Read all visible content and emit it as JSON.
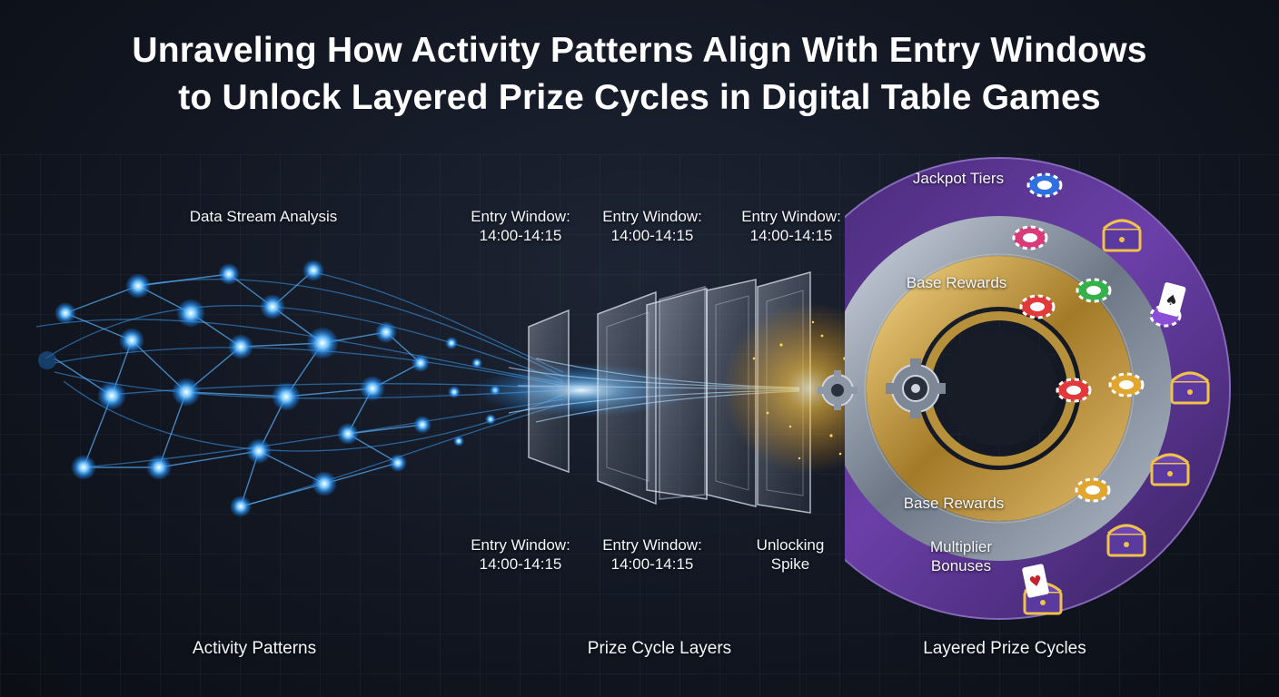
{
  "title": {
    "line1": "Unraveling How Activity Patterns Align With Entry Windows",
    "line2": "to Unlock Layered Prize Cycles in Digital Table Games"
  },
  "labels": {
    "data_stream": "Data Stream Analysis",
    "entry_window_top_1": {
      "label": "Entry Window:",
      "time": "14:00-14:15"
    },
    "entry_window_top_2": {
      "label": "Entry Window:",
      "time": "14:00-14:15"
    },
    "entry_window_top_3": {
      "label": "Entry Window:",
      "time": "14:00-14:15"
    },
    "entry_window_bottom_1": {
      "label": "Entry Window:",
      "time": "14:00-14:15"
    },
    "entry_window_bottom_2": {
      "label": "Entry Window:",
      "time": "14:00-14:15"
    },
    "unlocking_spike": {
      "line1": "Unlocking",
      "line2": "Spike"
    },
    "jackpot_tiers": "Jackpot Tiers",
    "base_rewards_top": "Base Rewards",
    "base_rewards_bottom": "Base Rewards",
    "multiplier_bonuses": {
      "line1": "Multiplier",
      "line2": "Bonuses"
    }
  },
  "sections": {
    "activity_patterns": "Activity Patterns",
    "prize_cycle_layers": "Prize Cycle Layers",
    "layered_prize_cycles": "Layered Prize Cycles"
  },
  "colors": {
    "node_blue": "#3fa9ff",
    "spark_gold": "#ffc640",
    "ring_gold": "#b8923a",
    "ring_silver": "#8f9bab",
    "ring_purple": "#6b3fa8"
  },
  "icons": [
    "gear-icon",
    "target-gear-icon",
    "poker-chip-icon",
    "treasure-chest-icon",
    "playing-cards-icon"
  ]
}
